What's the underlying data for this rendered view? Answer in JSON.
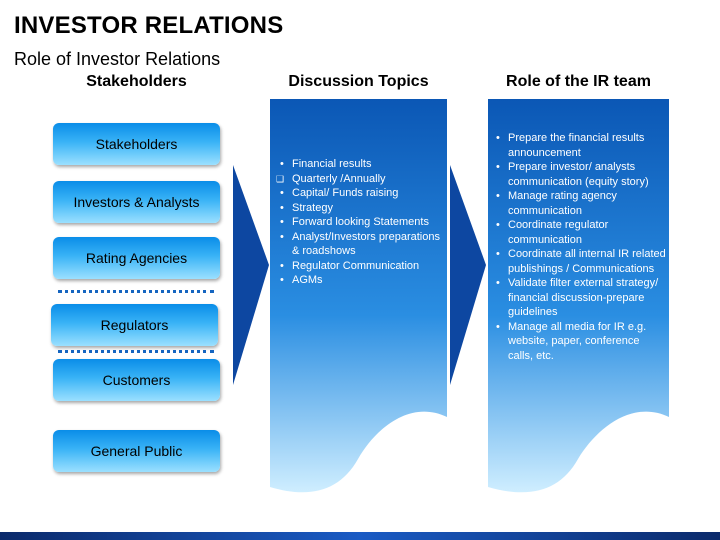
{
  "title": "INVESTOR RELATIONS",
  "subtitle": "Role of Investor Relations",
  "columns": {
    "stakeholders": "Stakeholders",
    "topics": "Discussion Topics",
    "role": "Role of the IR team"
  },
  "stakeholders": [
    "Stakeholders",
    "Investors & Analysts",
    "Rating Agencies",
    "Regulators",
    "Customers",
    "General Public"
  ],
  "topics": [
    {
      "text": "Financial results",
      "bullet": "dot"
    },
    {
      "text": "Quarterly /Annually",
      "bullet": "square"
    },
    {
      "text": "Capital/ Funds raising",
      "bullet": "dot"
    },
    {
      "text": "Strategy",
      "bullet": "dot"
    },
    {
      "text": "Forward looking Statements",
      "bullet": "dot"
    },
    {
      "text": "Analyst/Investors preparations & roadshows",
      "bullet": "dot"
    },
    {
      "text": "Regulator Communication",
      "bullet": "dot"
    },
    {
      "text": "AGMs",
      "bullet": "dot"
    }
  ],
  "role": [
    "Prepare the financial results announcement",
    "Prepare investor/ analysts communication (equity story)",
    "Manage rating agency communication",
    "Coordinate regulator communication",
    "Coordinate all internal IR related publishings / Communications",
    "Validate filter external strategy/ financial discussion-prepare guidelines",
    "Manage all media for IR e.g. website, paper, conference calls, etc."
  ],
  "colors": {
    "panel_top": "#0b57b5",
    "panel_bottom": "#cfeeff",
    "arrow": "#0d47a1",
    "dots": "#1565c0"
  }
}
